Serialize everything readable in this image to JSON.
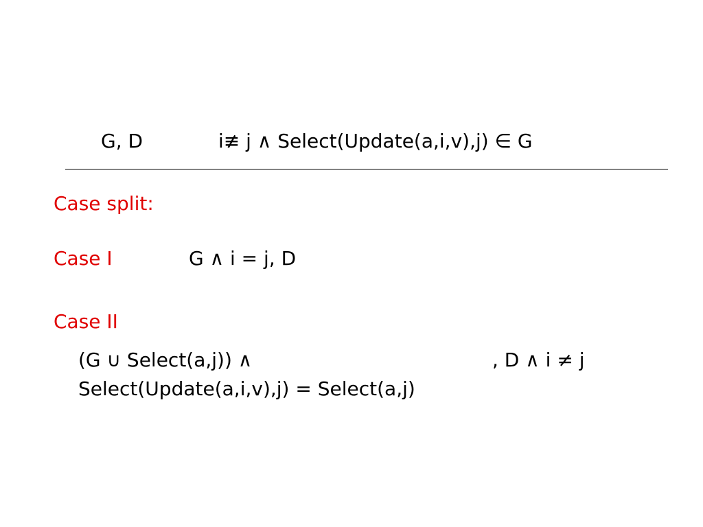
{
  "judgement": {
    "context": "G, D",
    "goal": "i≢ j ∧ Select(Update(a,i,v),j) ∈ G"
  },
  "case_split": {
    "label": "Case split:"
  },
  "case_1": {
    "label": "Case I",
    "premise": "G ∧ i = j, D"
  },
  "case_2": {
    "label": "Case II",
    "line1_left": "(G ∪ Select(a,j)) ∧",
    "line1_right": ",  D ∧ i ≠ j",
    "line2": "Select(Update(a,i,v),j) = Select(a,j)"
  },
  "colors": {
    "label_red": "#e00000",
    "text": "#000000",
    "background": "#ffffff"
  }
}
